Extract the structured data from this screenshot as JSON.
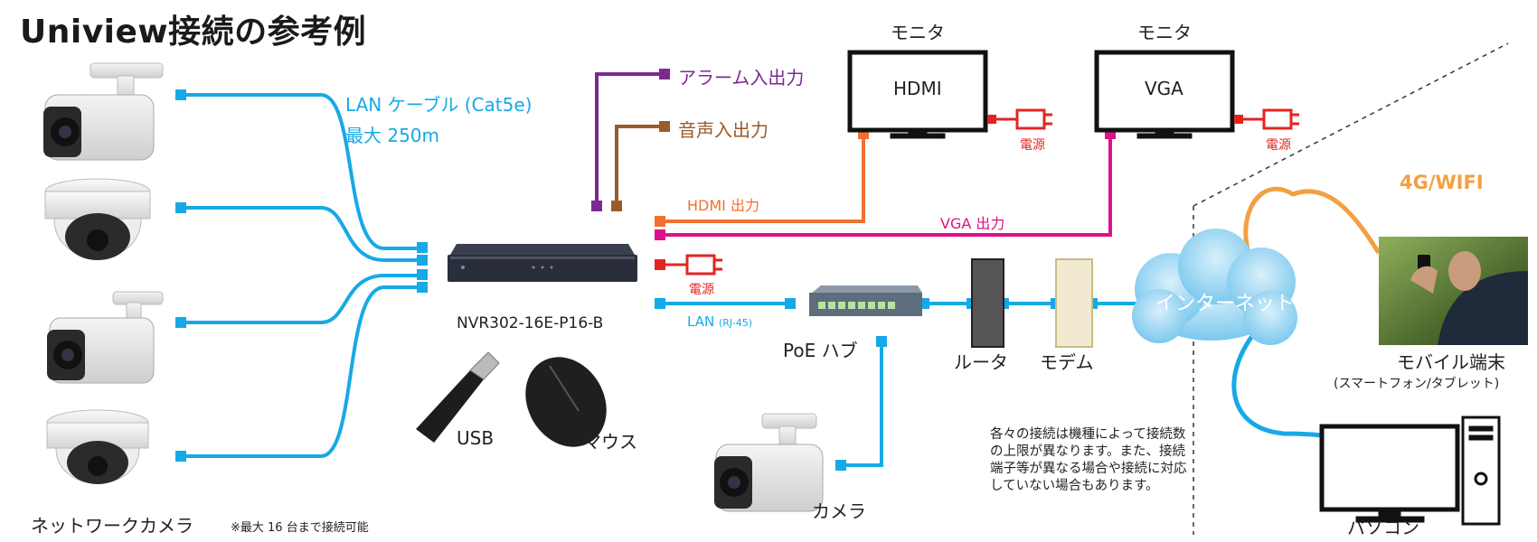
{
  "title": "Uniview接続の参考例",
  "labels": {
    "lan_cable": "LAN ケーブル (Cat5e)",
    "lan_max": "最大 250m",
    "alarm_io": "アラーム入出力",
    "audio_io": "音声入出力",
    "monitor1": "モニタ",
    "monitor2": "モニタ",
    "hdmi_screen": "HDMI",
    "vga_screen": "VGA",
    "power1": "電源",
    "power2": "電源",
    "power3": "電源",
    "hdmi_out": "HDMI 出力",
    "vga_out": "VGA 出力",
    "nvr_model": "NVR302-16E-P16-B",
    "lan_rj45_main": "LAN",
    "lan_rj45_sub": "(RJ-45)",
    "poe_hub": "PoE ハブ",
    "router": "ルータ",
    "modem": "モデム",
    "internet": "インターネット",
    "wifi": "4G/WIFI",
    "mobile": "モバイル端末",
    "mobile_sub": "(スマートフォン/タブレット)",
    "pc": "パソコン",
    "usb": "USB",
    "mouse": "マウス",
    "camera": "カメラ",
    "network_camera": "ネットワークカメラ",
    "max_note": "※最大 16 台まで接続可能",
    "note": "各々の接続は機種によって接続数の上限が異なります。また、接続端子等が異なる場合や接続に対応していない場合もあります。"
  },
  "colors": {
    "lan": "#17a9e6",
    "alarm": "#7a2a91",
    "audio": "#9b5a2a",
    "hdmi": "#f07030",
    "vga": "#e0108a",
    "power": "#e52421",
    "cloud": "#8fd0ef",
    "wifi": "#f2a043"
  },
  "icons": [
    "bullet-camera-icon",
    "dome-camera-icon",
    "nvr-icon",
    "usb-drive-icon",
    "mouse-icon",
    "monitor-icon",
    "power-plug-icon",
    "poe-switch-icon",
    "router-icon",
    "modem-icon",
    "cloud-icon",
    "smartphone-photo-icon",
    "desktop-pc-icon"
  ]
}
